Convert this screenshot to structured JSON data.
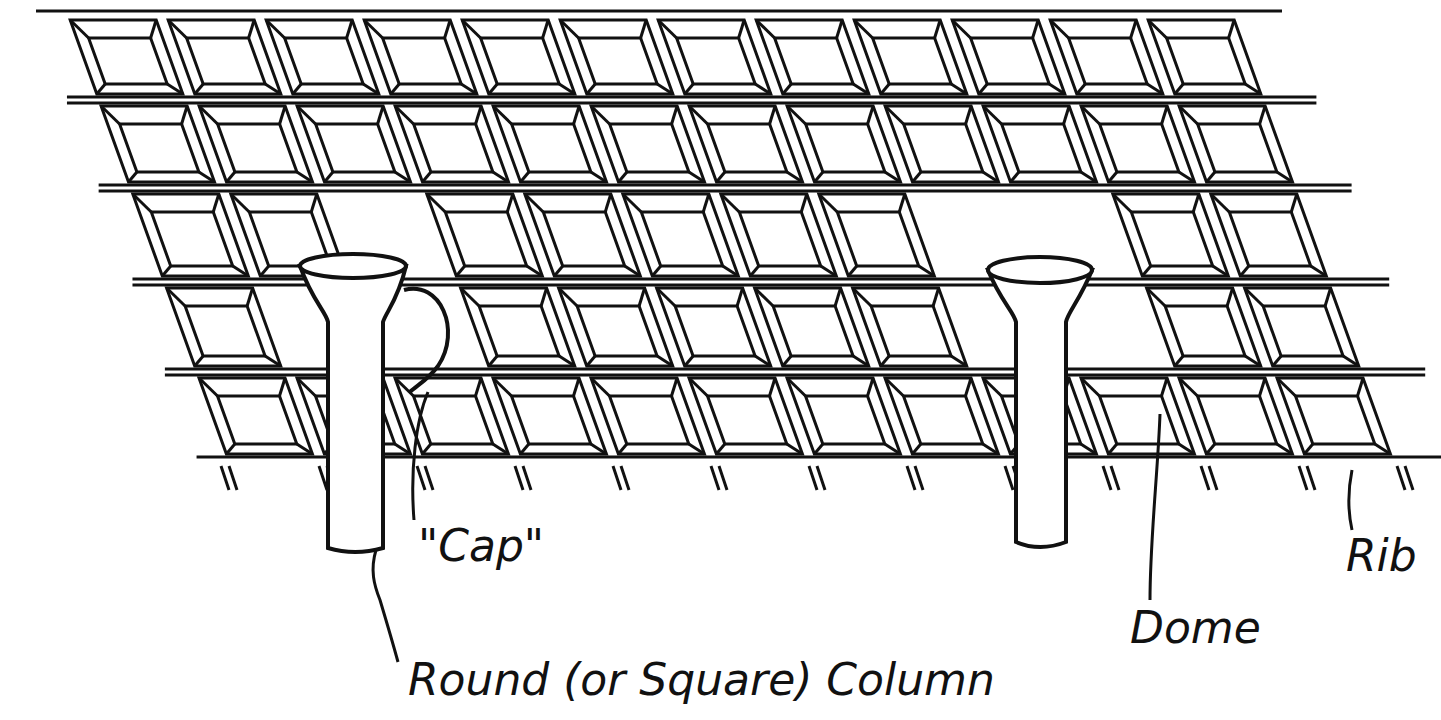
{
  "diagram": {
    "labels": [
      "\"Cap\"",
      "Round (or Square) Column",
      "Dome",
      "Rib"
    ]
  }
}
